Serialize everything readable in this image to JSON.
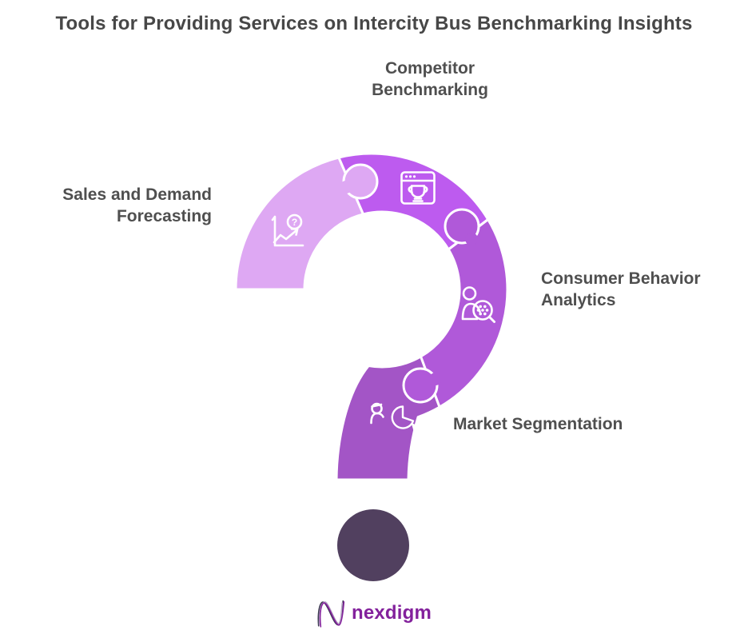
{
  "title": "Tools for Providing Services on Intercity Bus Benchmarking Insights",
  "segments": [
    {
      "id": "competitor-benchmarking",
      "label": "Competitor\nBenchmarking",
      "icon": "browser-trophy-icon"
    },
    {
      "id": "sales-and-demand-forecasting",
      "label": "Sales and Demand\nForecasting",
      "icon": "chart-question-icon"
    },
    {
      "id": "consumer-behavior-analytics",
      "label": "Consumer Behavior\nAnalytics",
      "icon": "person-magnifier-icon"
    },
    {
      "id": "market-segmentation",
      "label": "Market Segmentation",
      "icon": "person-pie-icon"
    }
  ],
  "icon_glyphs": {
    "question_mark": "?"
  },
  "colors": {
    "segment_sales_forecasting": "#dea8f3",
    "segment_competitor_benchmarking": "#bd5bef",
    "segment_consumer_analytics": "#b059d9",
    "segment_market_segmentation": "#a355c6",
    "question_dot": "#51405f",
    "title_text": "#474747",
    "label_text": "#4f4f4f",
    "logo_purple": "#83219c",
    "logo_dark": "#3a3550",
    "logo_light": "#b8a6c6"
  },
  "logo": {
    "text": "nexdigm"
  }
}
